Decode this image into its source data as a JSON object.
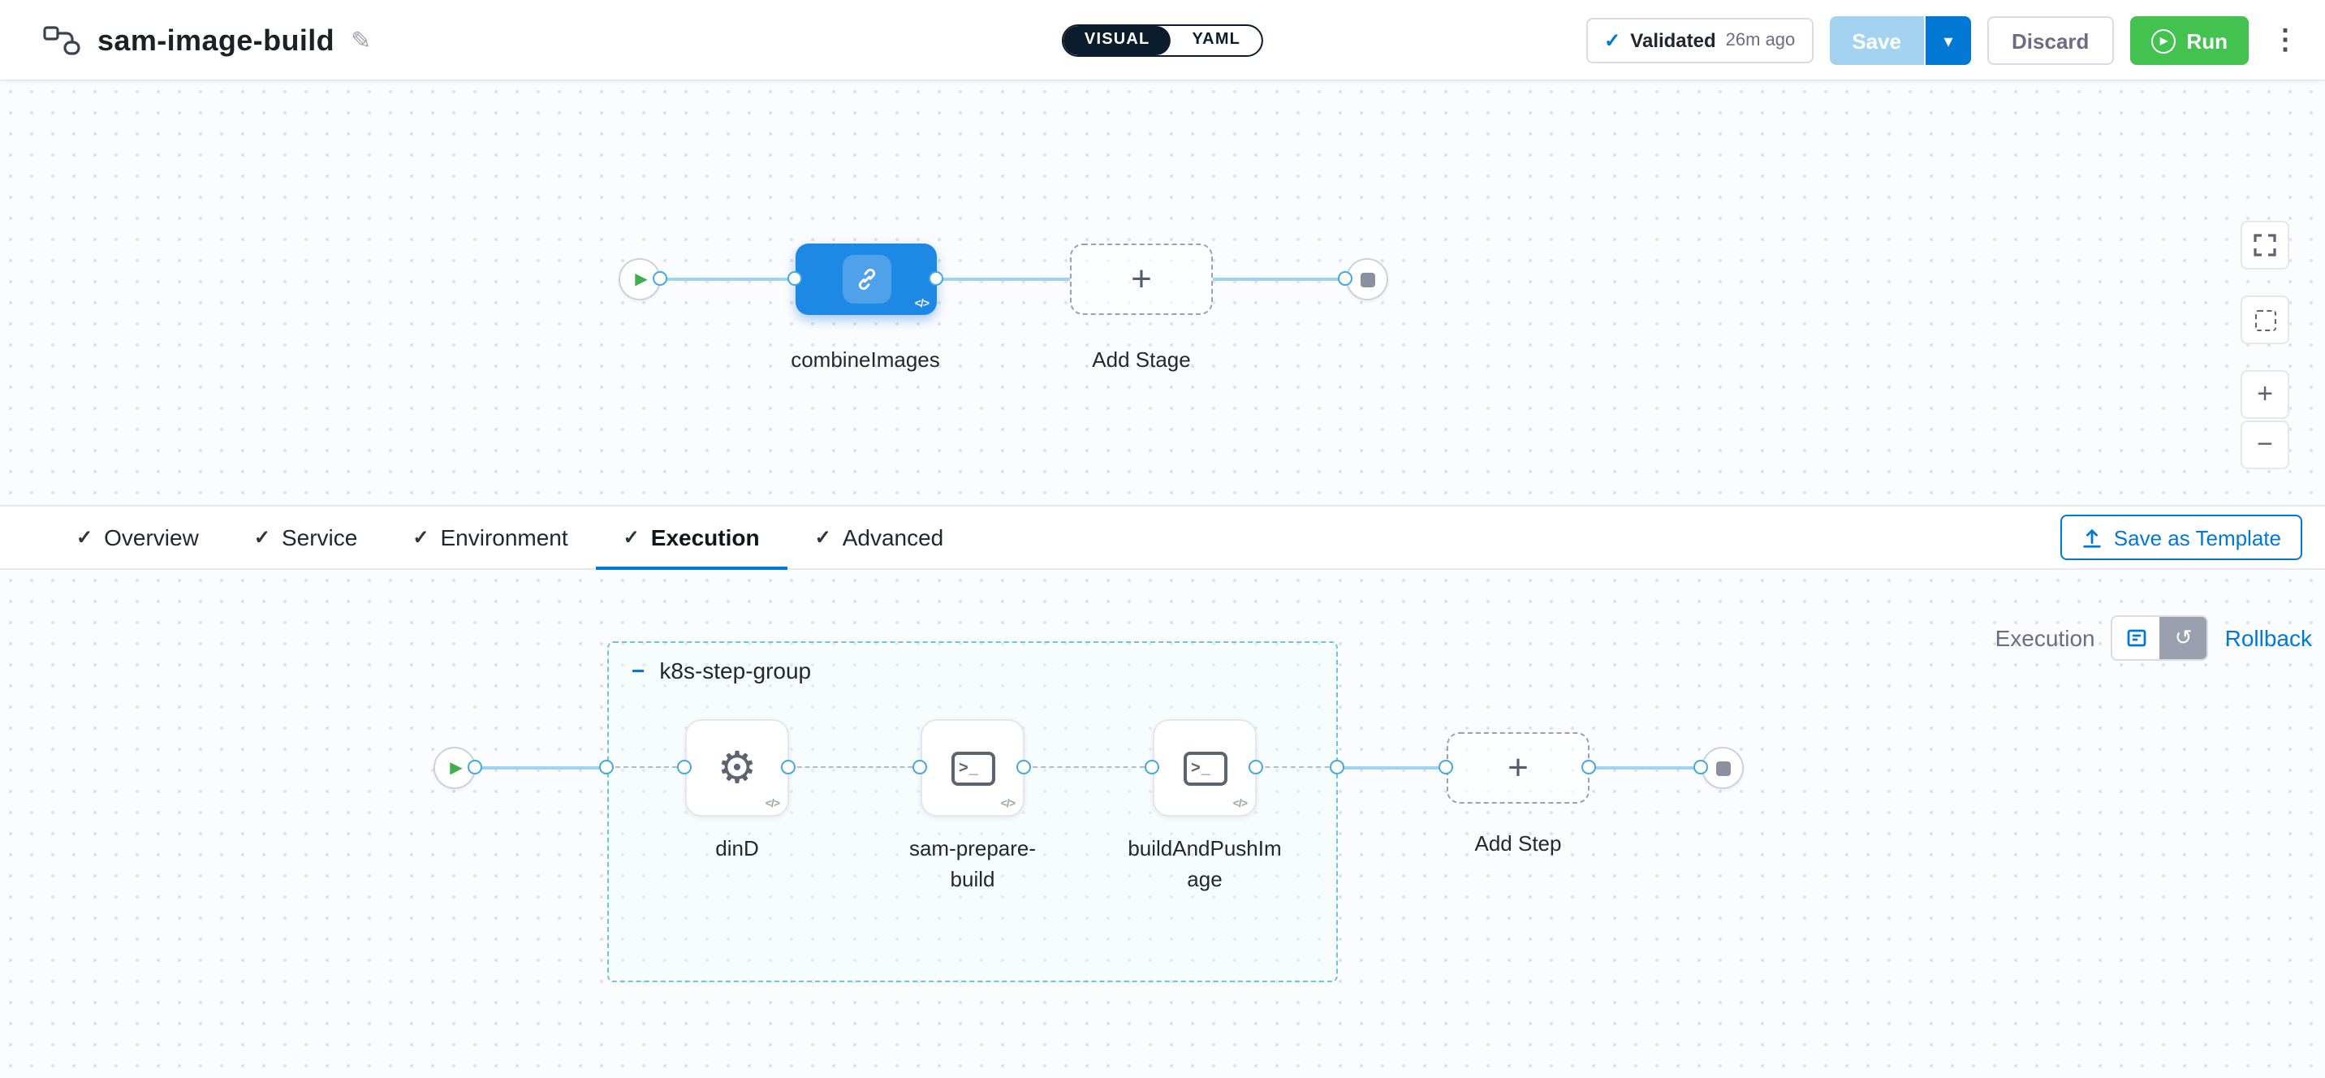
{
  "colors": {
    "accent": "#0278d5",
    "run_green": "#44c250",
    "stage_blue": "#1e88e5"
  },
  "header": {
    "title": "sam-image-build",
    "view_toggle": {
      "visual": "VISUAL",
      "yaml": "YAML"
    },
    "validated": {
      "label": "Validated",
      "time": "26m ago"
    },
    "save_label": "Save",
    "discard_label": "Discard",
    "run_label": "Run"
  },
  "stage_canvas": {
    "stage_label": "combineImages",
    "add_stage_label": "Add Stage"
  },
  "tabs": {
    "items": [
      {
        "label": "Overview"
      },
      {
        "label": "Service"
      },
      {
        "label": "Environment"
      },
      {
        "label": "Execution"
      },
      {
        "label": "Advanced"
      }
    ],
    "active": "Execution",
    "save_as_template_label": "Save as Template"
  },
  "execution_canvas": {
    "mode_label": "Execution",
    "rollback_label": "Rollback",
    "step_group_label": "k8s-step-group",
    "steps": [
      {
        "label": "dinD"
      },
      {
        "label": "sam-prepare-build"
      },
      {
        "label": "buildAndPushImage"
      }
    ],
    "add_step_label": "Add Step"
  },
  "icons": {
    "edit": "✎",
    "check": "✓",
    "chevron_down": "▾",
    "kebab": "⋮",
    "plus": "+",
    "collapse_minus": "−",
    "play": "▶",
    "code_badge": "</>",
    "terminal_prompt": ">_",
    "gear": "⚙",
    "rollback_arrow": "↺",
    "zoom_in": "+",
    "zoom_out": "−"
  }
}
